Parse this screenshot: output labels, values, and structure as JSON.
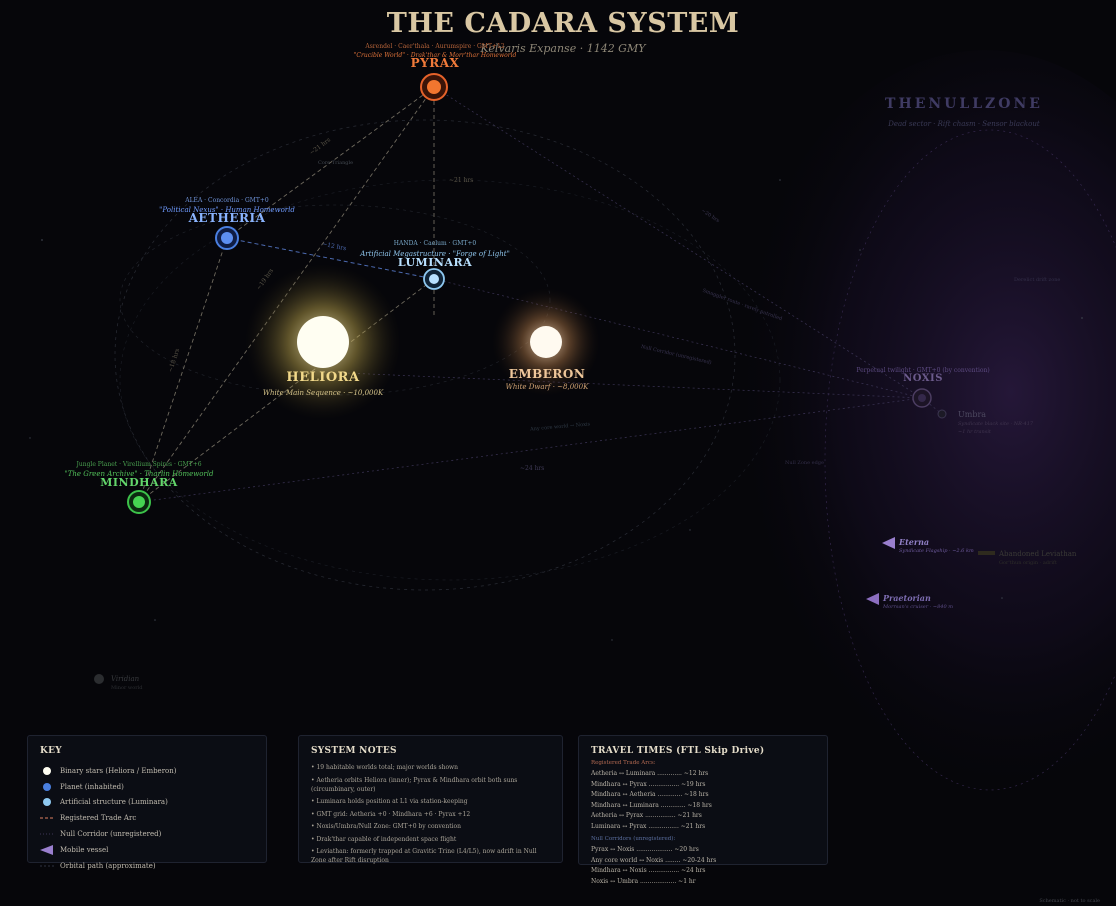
{
  "header": {
    "title": "THE CADARA SYSTEM",
    "subtitle": "Kelvaris Expanse · 1142 GMY"
  },
  "stars": [
    {
      "name": "HELIORA",
      "desc": "White Main Sequence · ~10,000K"
    },
    {
      "name": "EMBERON",
      "desc": "White Dwarf · ~8,000K"
    }
  ],
  "worlds": {
    "pyrax": {
      "name": "PYRAX",
      "meta": "Asrendel · Caer'thala · Aurumspire · GMT+12",
      "tagline": "\"Crucible World\" · Drak'thar & Morr'thar Homeworld",
      "color": "#e5622a"
    },
    "aetheria": {
      "name": "AETHERIA",
      "meta": "ALEA · Concordia · GMT+0",
      "tagline": "\"Political Nexus\" · Human Homeworld",
      "color": "#4a7fe0"
    },
    "luminara": {
      "name": "LUMINARA",
      "meta": "HANDA · Caelum · GMT+0",
      "tagline": "Artificial Megastructure · \"Forge of Light\"",
      "color": "#8ec8f0"
    },
    "mindhara": {
      "name": "MINDHARA",
      "meta": "Jungle Planet · Virellium Spires · GMT+6",
      "tagline": "\"The Green Archive\" · Tharlin Homeworld",
      "color": "#3cc24a"
    },
    "noxis": {
      "name": "NOXIS",
      "meta": "Perpetual twilight · GMT+0 (by convention)"
    },
    "umbra": {
      "name": "Umbra",
      "sub1": "Syndicate black site · NR-417",
      "sub2": "~1 hr transit"
    },
    "viridian": {
      "name": "Viridian",
      "sub": "Minor world"
    }
  },
  "null_zone": {
    "title": "THENULLZONE",
    "subtitle": "Dead sector · Rift chasm · Sensor blackout"
  },
  "vessels": [
    {
      "name": "Eterna",
      "desc": "Syndicate Flagship · ~2.6 km"
    },
    {
      "name": "Praetorian",
      "desc": "Morrsan's cruiser · ~840 m"
    }
  ],
  "leviathan": {
    "name": "Abandoned Leviathan",
    "sub": "Gor'thun origin · adrift"
  },
  "route_labels": {
    "triangle": "Core Triangle",
    "pyrax_aetheria": "~21 hrs",
    "pyrax_luminara": "~21 hrs",
    "aetheria_luminara": "~12 hrs",
    "mindhara_pyrax": "~19 hrs",
    "mindhara_aetheria": "~18 hrs",
    "mindhara_noxis": "~24 hrs",
    "pyrax_noxis": "~20 hrs",
    "null_core": "Null Corridor (unregistered)",
    "null_any": "Any core world → Noxis",
    "null_smuggler": "Smuggler route · rarely patrolled",
    "null_drift": "Derelict drift zone",
    "null_edge": "Null Zone edge"
  },
  "key": {
    "title": "KEY",
    "items": [
      "Binary stars (Heliora / Emberon)",
      "Planet (inhabited)",
      "Artificial structure (Luminara)",
      "Registered Trade Arc",
      "Null Corridor (unregistered)",
      "Mobile vessel",
      "Orbital path (approximate)"
    ]
  },
  "notes": {
    "title": "SYSTEM NOTES",
    "items": [
      "• 19 habitable worlds total; major worlds shown",
      "• Aetheria orbits Heliora (inner); Pyrax & Mindhara orbit both suns (circumbinary, outer)",
      "• Luminara holds position at L1 via station-keeping",
      "• GMT grid: Aetheria +0 · Mindhara +6 · Pyrax +12",
      "• Noxis/Umbra/Null Zone: GMT+0 by convention",
      "• Drak'thar capable of independent space flight",
      "• Leviathan: formerly trapped at Gravitic Trine (L4/L5), now adrift in Null Zone after Rift disruption"
    ]
  },
  "travel": {
    "title": "TRAVEL TIMES (FTL Skip Drive)",
    "registered_label": "Registered Trade Arcs:",
    "registered": [
      "Aetheria ↔ Luminara ............. ~12 hrs",
      "Mindhara ↔ Pyrax ................ ~19 hrs",
      "Mindhara ↔ Aetheria ............. ~18 hrs",
      "Mindhara ↔ Luminara ............. ~18 hrs",
      "Aetheria ↔ Pyrax ................ ~21 hrs",
      "Luminara ↔ Pyrax ................ ~21 hrs"
    ],
    "null_label": "Null Corridors (unregistered):",
    "null": [
      "Pyrax ↔ Noxis ................... ~20 hrs",
      "Any core world ↔ Noxis ........ ~20-24 hrs",
      "Mindhara ↔ Noxis ................ ~24 hrs",
      "Noxis ↔ Umbra ................... ~1 hr"
    ]
  },
  "footer": "Schematic · not to scale"
}
